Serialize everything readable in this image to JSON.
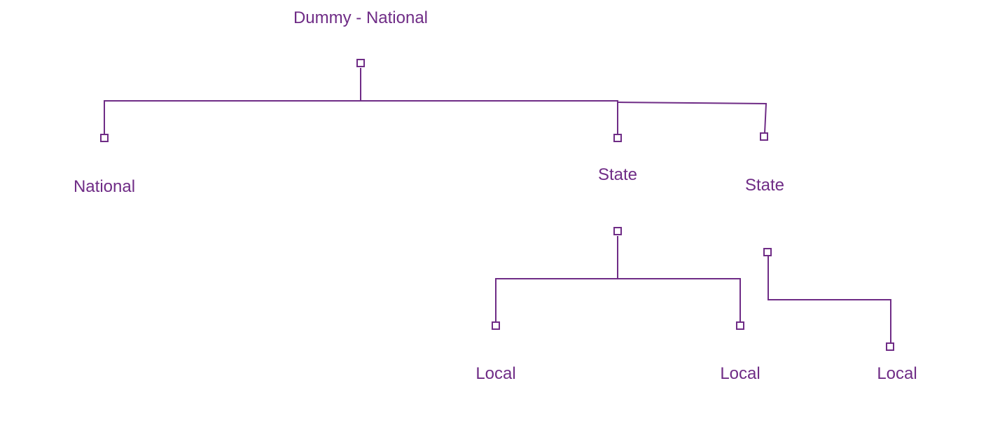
{
  "colors": {
    "accent": "#6f2c86",
    "background": "#ffffff"
  },
  "diagram": {
    "nodes": [
      {
        "id": "root",
        "label": "Dummy - National"
      },
      {
        "id": "national",
        "label": "National"
      },
      {
        "id": "state-1",
        "label": "State"
      },
      {
        "id": "state-2",
        "label": "State"
      },
      {
        "id": "local-1",
        "label": "Local"
      },
      {
        "id": "local-2",
        "label": "Local"
      },
      {
        "id": "local-3",
        "label": "Local"
      }
    ],
    "edges": [
      {
        "from": "root",
        "to": "national"
      },
      {
        "from": "root",
        "to": "state-1"
      },
      {
        "from": "root",
        "to": "state-2"
      },
      {
        "from": "state-1",
        "to": "local-1"
      },
      {
        "from": "state-1",
        "to": "local-2"
      },
      {
        "from": "state-2",
        "to": "local-3"
      }
    ]
  }
}
